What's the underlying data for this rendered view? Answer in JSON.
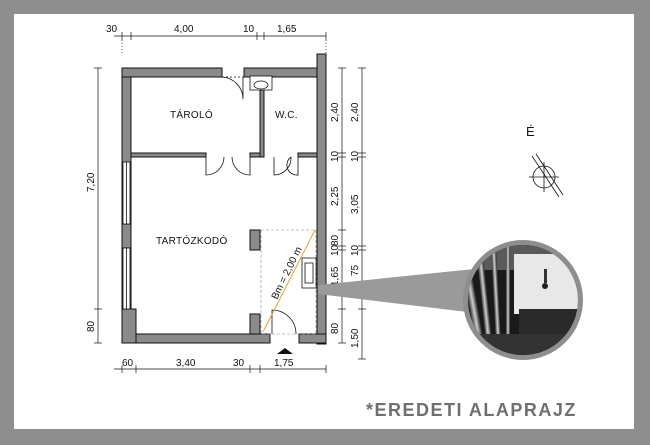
{
  "dimensions": {
    "top": [
      "30",
      "4,00",
      "10",
      "1,65"
    ],
    "bottom": [
      "60",
      "3,40",
      "30",
      "1,75"
    ],
    "left": [
      "7,20",
      "80"
    ],
    "right_inner": [
      "2,40",
      "10",
      "2,25",
      "80",
      "10",
      "1,65",
      "80"
    ],
    "right_outer": [
      "2,40",
      "10",
      "3,05",
      "10",
      "75",
      "1,50"
    ]
  },
  "rooms": {
    "storage": "TÁROLÓ",
    "wc": "W.C.",
    "living": "TARTÓZKODÓ"
  },
  "ramp_label": "Bm = 2,00 m",
  "north_label": "É",
  "caption": "*EREDETI ALAPRAJZ",
  "colors": {
    "frame": "#8e8e8e",
    "wall": "#8a8a8a",
    "accent": "#f0a030",
    "caption": "#6f6f6f"
  }
}
